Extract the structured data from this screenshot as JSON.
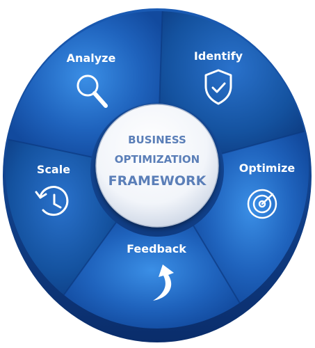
{
  "center": {
    "line1": "BUSINESS",
    "line2": "OPTIMIZATION",
    "line3": "FRAMEWORK"
  },
  "segments": [
    {
      "label": "Analyze",
      "icon": "magnifier-icon"
    },
    {
      "label": "Identify",
      "icon": "shield-check-icon"
    },
    {
      "label": "Optimize",
      "icon": "radar-icon"
    },
    {
      "label": "Feedback",
      "icon": "curved-arrow-icon"
    },
    {
      "label": "Scale",
      "icon": "history-clock-icon"
    }
  ],
  "colors": {
    "segment_light": "#2f7fd6",
    "segment_mid": "#1f63bd",
    "segment_dark": "#0f3f8f",
    "rim": "#0b3478",
    "center_text": "#5b7fb8"
  }
}
